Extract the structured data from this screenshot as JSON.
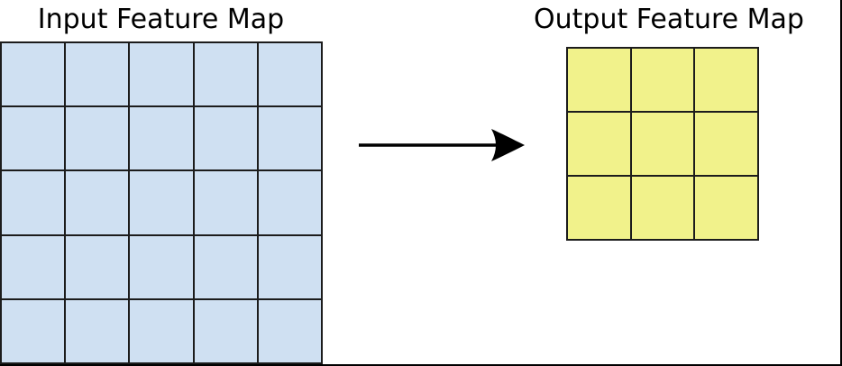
{
  "figure": {
    "background": "#ffffff",
    "frame_color": "#000000"
  },
  "input_map": {
    "title": "Input Feature Map",
    "rows": 5,
    "cols": 5,
    "cell_color": "#cfe0f2",
    "line_color": "#1c1c1c"
  },
  "output_map": {
    "title": "Output Feature Map",
    "rows": 3,
    "cols": 3,
    "cell_color": "#f1f28b",
    "line_color": "#1c1c1c"
  },
  "arrow": {
    "direction": "right",
    "color": "#000000"
  }
}
